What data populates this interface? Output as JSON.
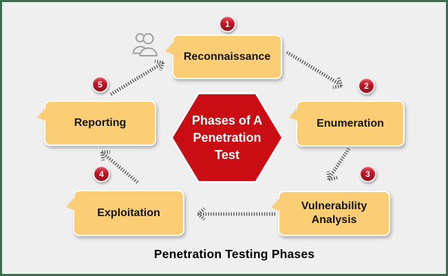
{
  "hexagon": {
    "lines": [
      "Phases of A",
      "Penetration",
      "Test"
    ],
    "fill_color": "#c90d12"
  },
  "phases": [
    {
      "number": "1",
      "label": "Reconnaissance"
    },
    {
      "number": "2",
      "label": "Enumeration"
    },
    {
      "number": "3",
      "label": "Vulnerability Analysis"
    },
    {
      "number": "4",
      "label": "Exploitation"
    },
    {
      "number": "5",
      "label": "Reporting"
    }
  ],
  "caption": "Penetration Testing Phases",
  "colors": {
    "background": "#efefef",
    "frame_border": "#3e6b4f",
    "phase_box_fill": "#fbcd74",
    "badge_fill": "#c01527",
    "arrow": "#5a5a5a"
  },
  "icons": [
    {
      "name": "group-people-icon"
    }
  ]
}
